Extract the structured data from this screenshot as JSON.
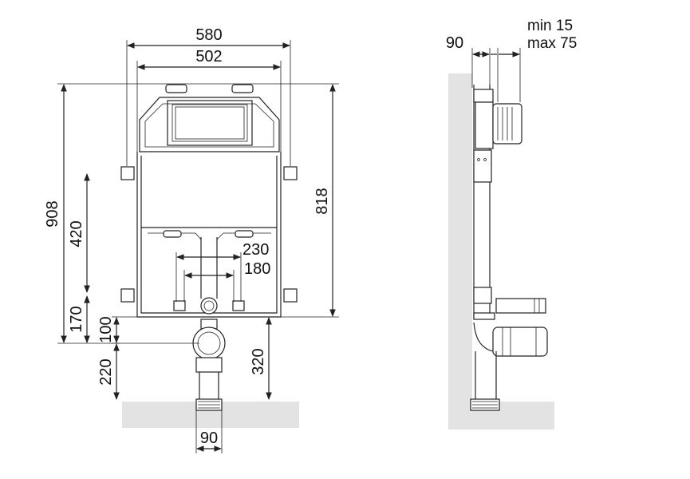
{
  "front_view": {
    "dimensions": {
      "overall_width": "580",
      "frame_width": "502",
      "overall_height": "908",
      "frame_height": "818",
      "flush_height": "420",
      "base_offset": "170",
      "outlet_offset": "100",
      "floor_to_outlet": "220",
      "floor_to_frame": "320",
      "fixing_width_outer": "230",
      "fixing_width_inner": "180",
      "pipe_diameter": "90"
    }
  },
  "side_view": {
    "dimensions": {
      "depth": "90",
      "adjust_min": "min 15",
      "adjust_max": "max 75"
    }
  },
  "colors": {
    "line": "#222222",
    "wall": "#e3e3e3"
  }
}
